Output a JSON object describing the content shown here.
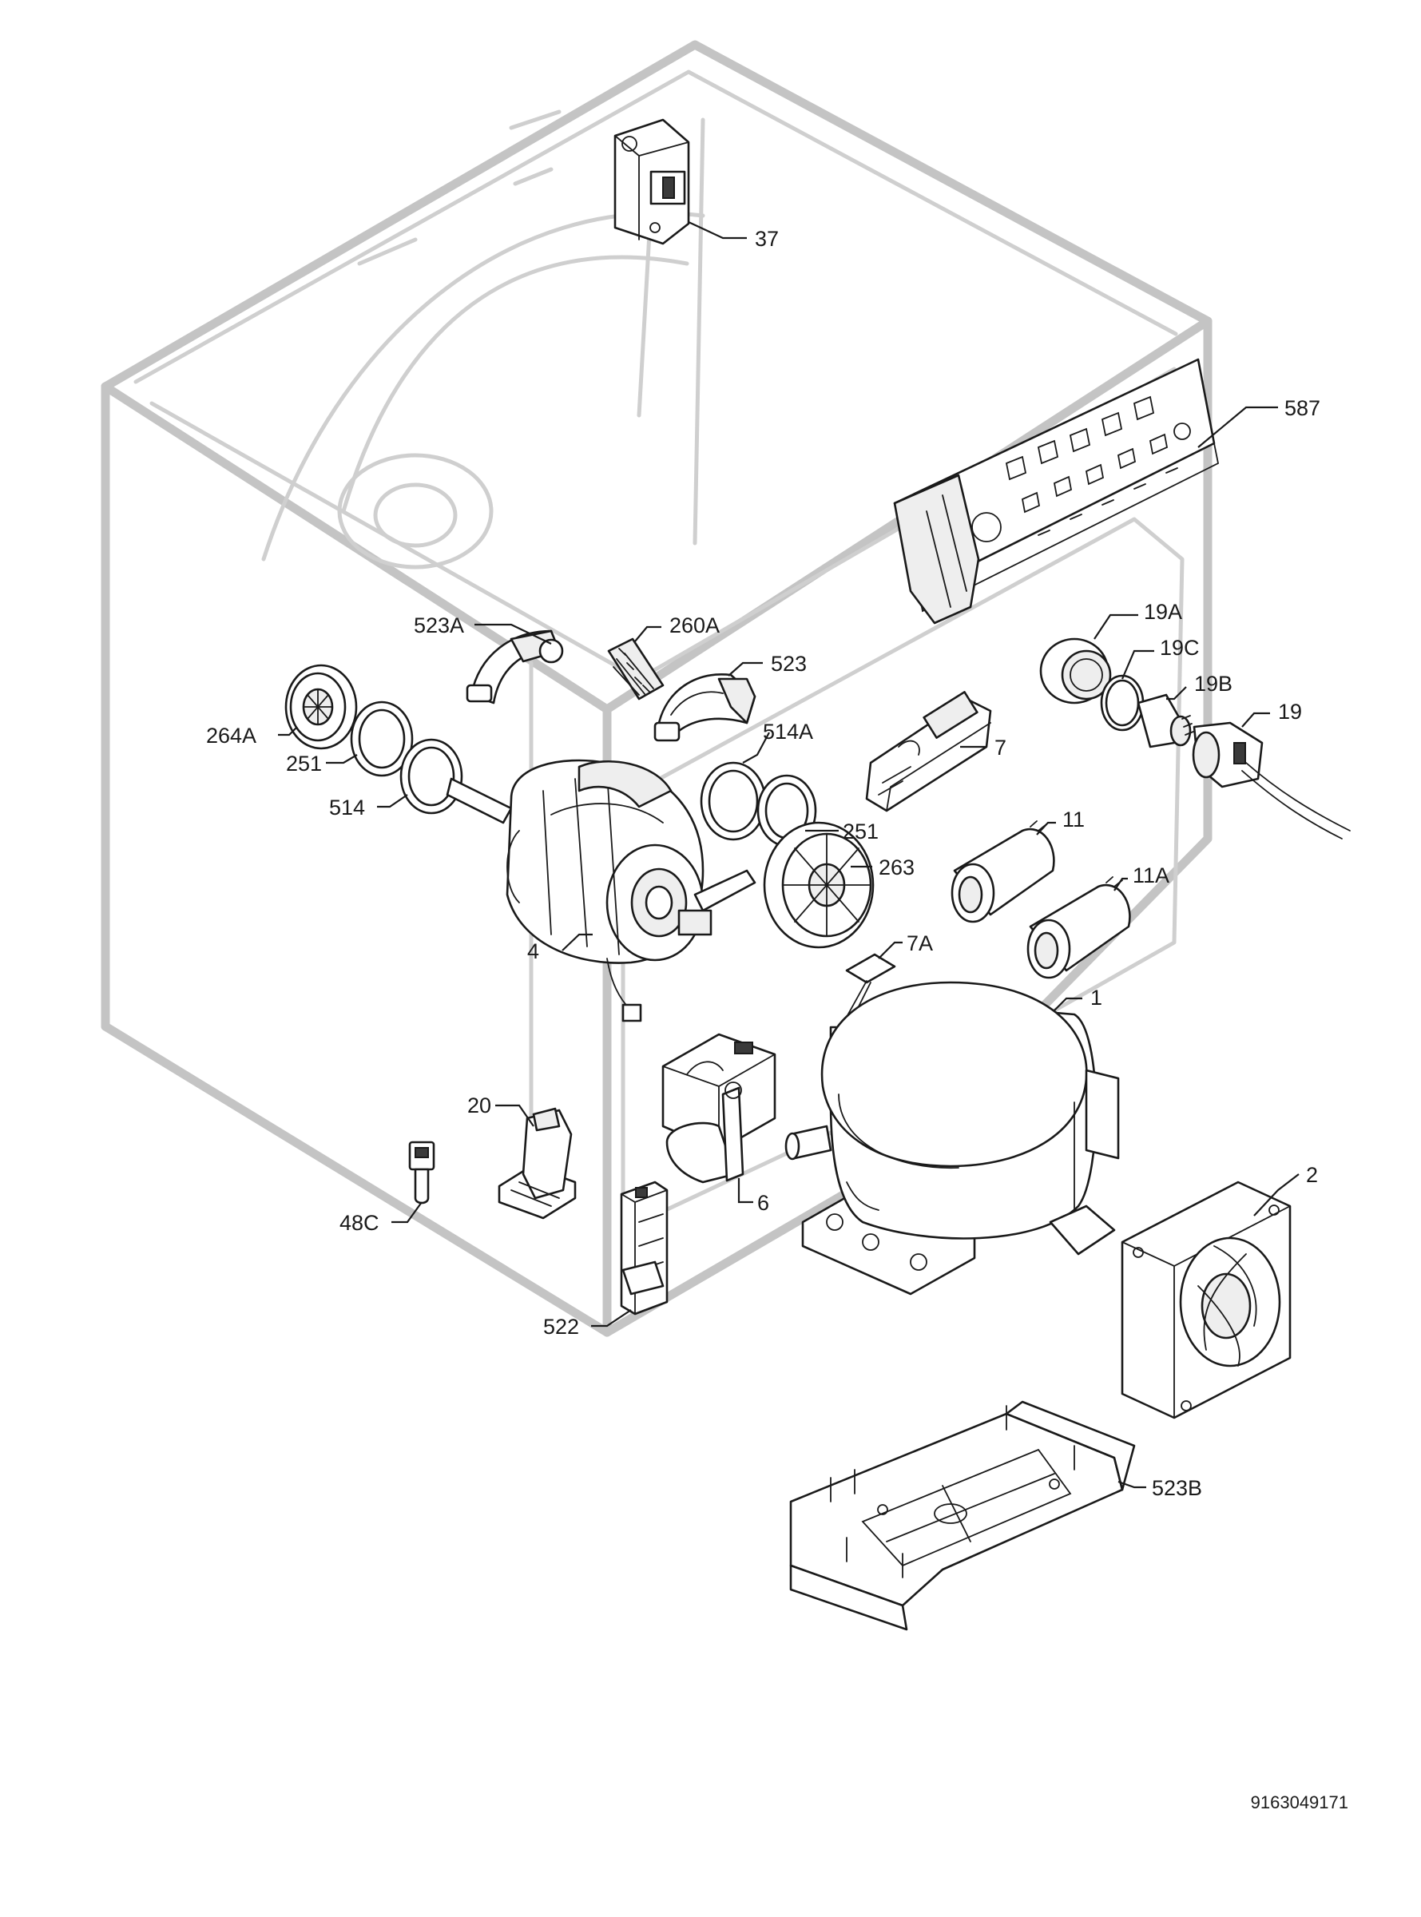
{
  "labels": [
    {
      "id": "37",
      "text": "37"
    },
    {
      "id": "587",
      "text": "587"
    },
    {
      "id": "523A",
      "text": "523A"
    },
    {
      "id": "260A",
      "text": "260A"
    },
    {
      "id": "523",
      "text": "523"
    },
    {
      "id": "264A",
      "text": "264A"
    },
    {
      "id": "251a",
      "text": "251"
    },
    {
      "id": "514",
      "text": "514"
    },
    {
      "id": "514A",
      "text": "514A"
    },
    {
      "id": "251b",
      "text": "251"
    },
    {
      "id": "263",
      "text": "263"
    },
    {
      "id": "7",
      "text": "7"
    },
    {
      "id": "19A",
      "text": "19A"
    },
    {
      "id": "19C",
      "text": "19C"
    },
    {
      "id": "19B",
      "text": "19B"
    },
    {
      "id": "19",
      "text": "19"
    },
    {
      "id": "11",
      "text": "11"
    },
    {
      "id": "11A",
      "text": "11A"
    },
    {
      "id": "7A",
      "text": "7A"
    },
    {
      "id": "4",
      "text": "4"
    },
    {
      "id": "1",
      "text": "1"
    },
    {
      "id": "20",
      "text": "20"
    },
    {
      "id": "6",
      "text": "6"
    },
    {
      "id": "48C",
      "text": "48C"
    },
    {
      "id": "2",
      "text": "2"
    },
    {
      "id": "522",
      "text": "522"
    },
    {
      "id": "523B",
      "text": "523B"
    }
  ],
  "document_number": "9163049171"
}
